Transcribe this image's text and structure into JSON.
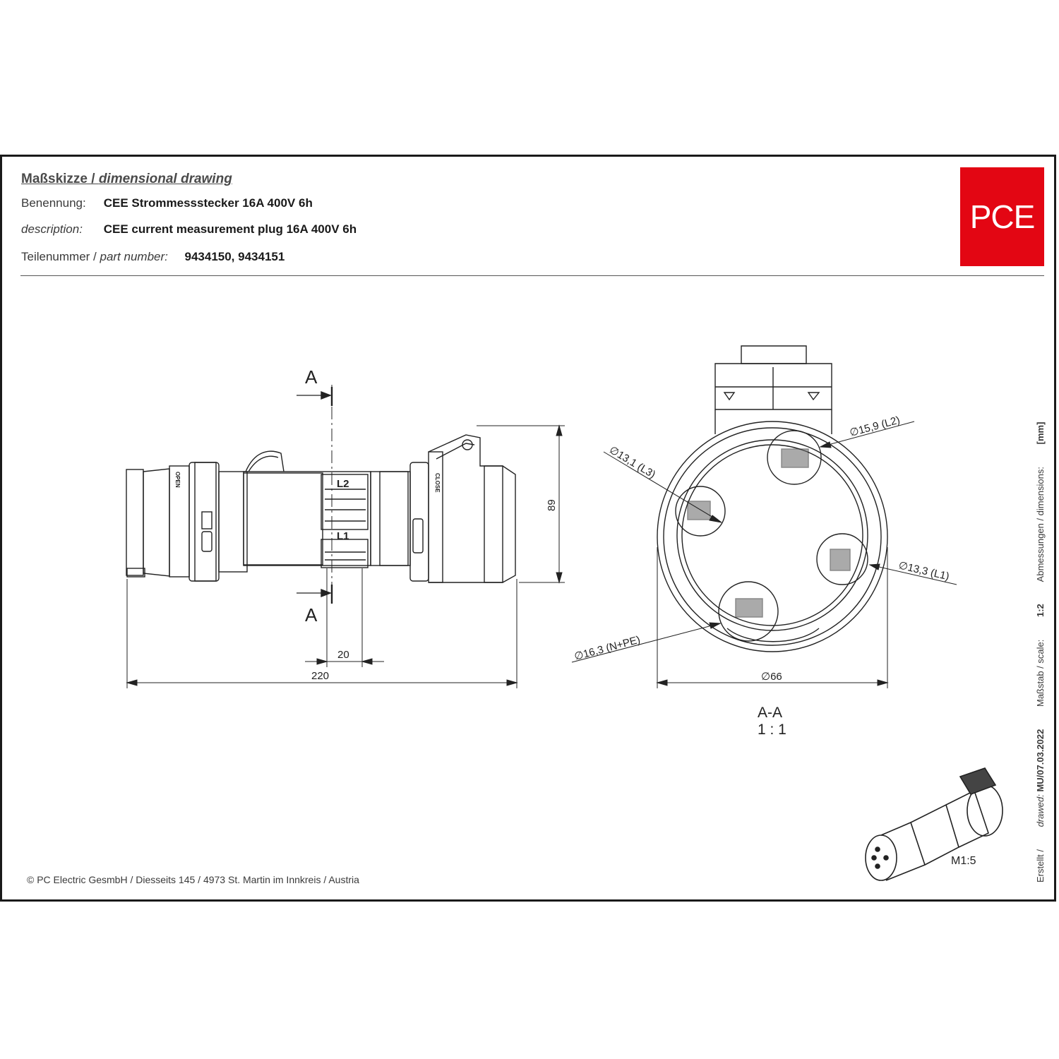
{
  "header": {
    "title_de": "Maßskizze",
    "title_sep": " / ",
    "title_en": "dimensional drawing",
    "name_label": "Benennung:",
    "name_value": "CEE Strommessstecker 16A 400V 6h",
    "desc_label": "description:",
    "desc_value": "CEE current measurement plug 16A 400V 6h",
    "part_label_de": "Teilenummer / ",
    "part_label_en": "part number:",
    "part_value": "9434150, 9434151"
  },
  "logo": {
    "text": "PCE",
    "color": "#e30613"
  },
  "side_view": {
    "section_mark_top": "A",
    "section_mark_bottom": "A",
    "label_l2": "L2",
    "label_l1": "L1",
    "label_open": "OPEN",
    "label_close": "CLOSE",
    "dim_height": "89",
    "dim_width_small": "20",
    "dim_length": "220"
  },
  "section_view": {
    "dim_l2": "∅15,9 (L2)",
    "dim_l3": "∅13,1 (L3)",
    "dim_l1": "∅13,3 (L1)",
    "dim_npe": "∅16,3 (N+PE)",
    "dim_diameter": "∅66",
    "section_name": "A-A",
    "section_scale": "1 : 1"
  },
  "thumbnail": {
    "scale": "M1:5"
  },
  "sidebar": {
    "created_label": "Erstellt / ",
    "created_label_en": "drawed:",
    "created_value": "MU/07.03.2022",
    "scale_label": "Maßstab / scale:",
    "scale_value": "1:2",
    "dims_label": "Abmessungen / dimensions:",
    "dims_value": "[mm]"
  },
  "footer": {
    "text": "© PC Electric GesmbH / Diesseits 145 / 4973 St. Martin im Innkreis / Austria"
  }
}
